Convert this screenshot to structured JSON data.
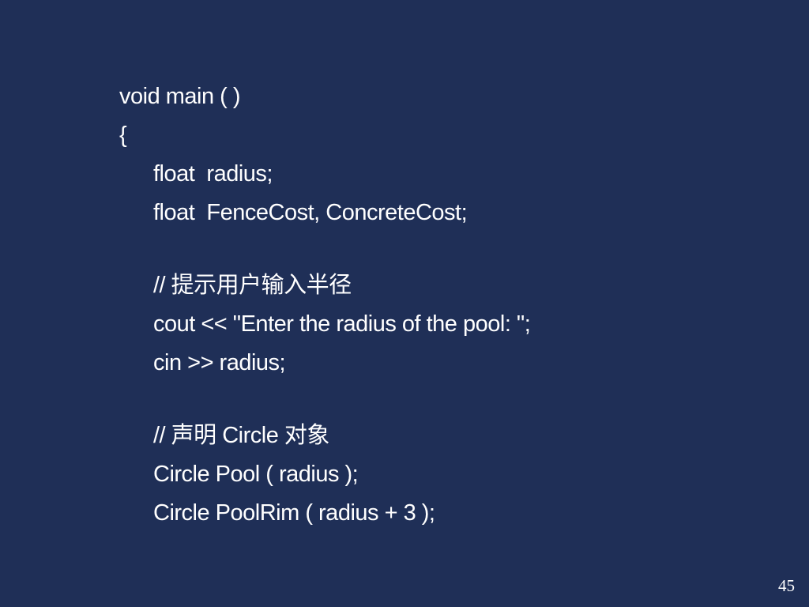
{
  "slide": {
    "code_lines": [
      "void main ( )",
      "{",
      "float  radius;",
      "float  FenceCost, ConcreteCost;",
      "// 提示用户输入半径",
      "cout << \"Enter the radius of the pool: \";",
      "cin >> radius;",
      "// 声明 Circle 对象",
      "Circle Pool ( radius );",
      "Circle PoolRim ( radius + 3 );"
    ],
    "page_number": "45"
  },
  "colors": {
    "background": "#1f2f57",
    "text": "#ffffff"
  }
}
